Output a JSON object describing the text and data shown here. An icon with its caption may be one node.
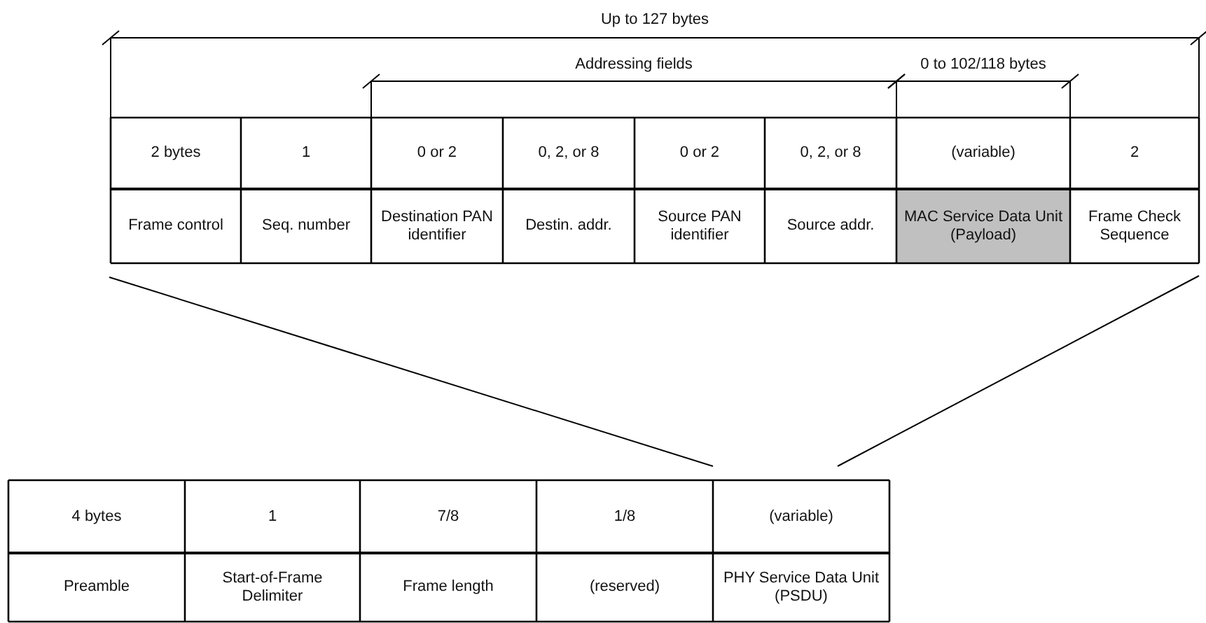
{
  "diagram": {
    "labels": [
      "Up to 127 bytes",
      "Addressing fields",
      "0 to 102/118 bytes",
      "2 bytes",
      "1",
      "0 or 2",
      "0, 2, or 8",
      "0 or 2",
      "0, 2, or 8",
      "(variable)",
      "2",
      "Frame control",
      "Seq. number",
      "Destination PAN identifier",
      "Destin. addr.",
      "Source PAN identifier",
      "Source addr.",
      "MAC Service Data Unit (Payload)",
      "Frame Check Sequence",
      "4 bytes",
      "1",
      "7/8",
      "1/8",
      "(variable)",
      "Preamble",
      "Start-of-Frame Delimiter",
      "Frame length",
      "(reserved)",
      "PHY Service Data Unit (PSDU)"
    ]
  }
}
